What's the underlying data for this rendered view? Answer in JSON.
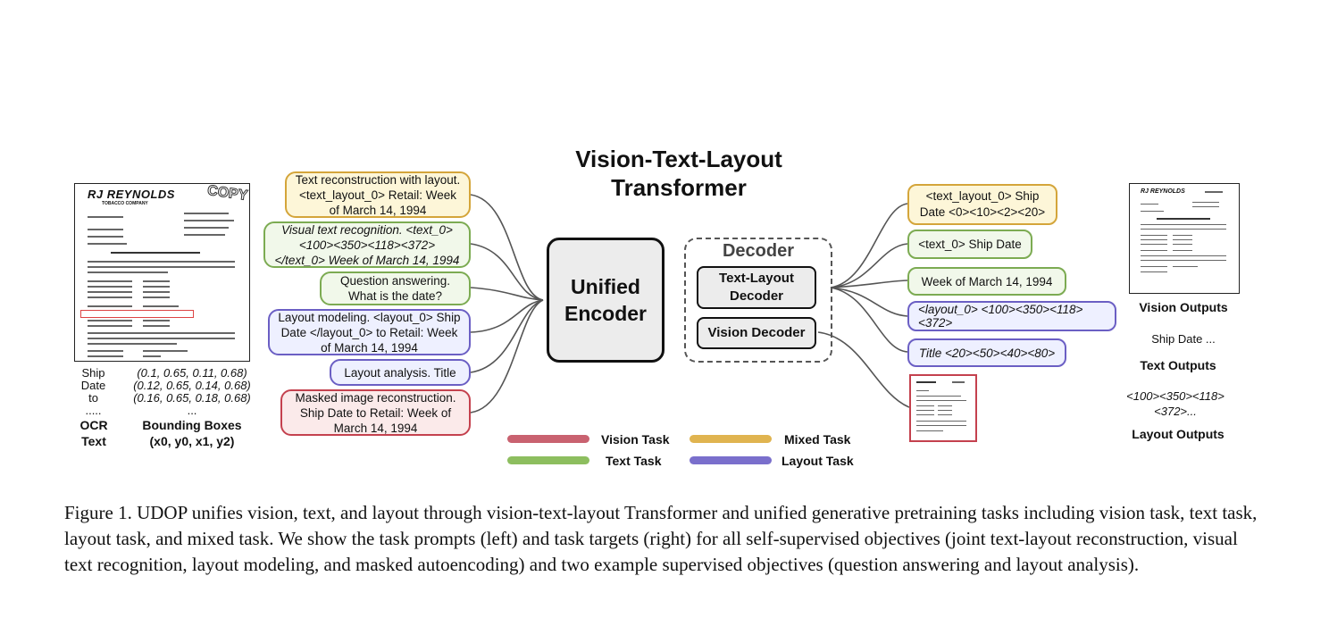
{
  "title": "Vision-Text-Layout Transformer",
  "document": {
    "logo": "RJ REYNOLDS",
    "company": "TOBACCO COMPANY",
    "stamp": "COPY"
  },
  "ocr": {
    "words": [
      "Ship",
      "Date",
      "to",
      "....."
    ],
    "boxes": [
      "(0.1, 0.65, 0.11, 0.68)",
      "(0.12, 0.65, 0.14, 0.68)",
      "(0.16, 0.65, 0.18, 0.68)",
      "..."
    ],
    "label_ocr_1": "OCR",
    "label_ocr_2": "Text",
    "label_bbox_1": "Bounding Boxes",
    "label_bbox_2": "(x0, y0, x1, y2)"
  },
  "prompts": [
    {
      "text": "Text reconstruction with layout. <text_layout_0> Retail: Week of March 14, 1994",
      "color": "#d4a53a"
    },
    {
      "text": "Visual text recognition. <text_0> <100><350><118><372> </text_0> Week of March 14, 1994",
      "color": "#7cab52"
    },
    {
      "text": "Question answering. What is the date?",
      "color": "#7cab52"
    },
    {
      "text": "Layout modeling. <layout_0> Ship Date </layout_0> to Retail: Week of March 14, 1994",
      "color": "#6b5fc4"
    },
    {
      "text": "Layout analysis. Title",
      "color": "#6b5fc4"
    },
    {
      "text": "Masked image reconstruction. Ship Date to Retail: Week of March 14, 1994",
      "color": "#c4414e"
    }
  ],
  "encoder": {
    "line1": "Unified",
    "line2": "Encoder"
  },
  "decoder": {
    "title": "Decoder",
    "text_layout_1": "Text-Layout",
    "text_layout_2": "Decoder",
    "vision": "Vision Decoder"
  },
  "targets": [
    {
      "text": "<text_layout_0> Ship Date <0><10><2><20>",
      "color": "#d4a53a"
    },
    {
      "text": "<text_0> Ship Date",
      "color": "#7cab52"
    },
    {
      "text": "Week of March 14, 1994",
      "color": "#7cab52"
    },
    {
      "text": "<layout_0> <100><350><118><372>",
      "color": "#6b5fc4"
    },
    {
      "text": "Title <20><50><40><80>",
      "color": "#6b5fc4"
    }
  ],
  "outputs": {
    "vision": "Vision Outputs",
    "text_sample": "Ship Date ...",
    "text": "Text Outputs",
    "layout_sample_1": "<100><350><118>",
    "layout_sample_2": "<372>...",
    "layout": "Layout Outputs",
    "doc_logo": "RJ REYNOLDS"
  },
  "legend": [
    {
      "label": "Vision Task",
      "color": "#c96270"
    },
    {
      "label": "Mixed Task",
      "color": "#e0b450"
    },
    {
      "label": "Text Task",
      "color": "#8dbe5f"
    },
    {
      "label": "Layout Task",
      "color": "#7a6fcc"
    }
  ],
  "caption": "Figure 1. UDOP unifies vision, text, and layout through vision-text-layout Transformer and unified generative pretraining tasks including vision task, text task, layout task, and mixed task. We show the task prompts (left) and task targets (right) for all self-supervised objectives (joint text-layout reconstruction, visual text recognition, layout modeling, and masked autoencoding) and two example supervised objectives (question answering and layout analysis)."
}
